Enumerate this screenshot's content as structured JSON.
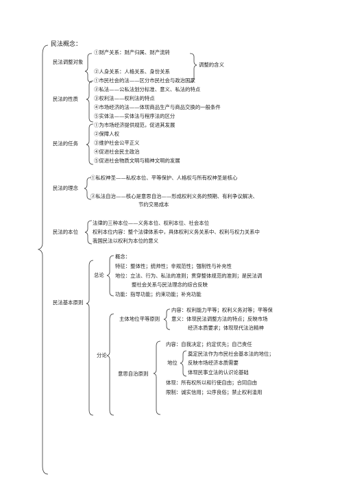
{
  "title": "民法概念：",
  "sections": {
    "adjust": {
      "label": "民法调整对象",
      "items": [
        "①财产关系：财产归属、财产流转",
        "②人身关系：人格关系、身份关系"
      ],
      "side": "调整的含义"
    },
    "nature": {
      "label": "民法的性质",
      "items": [
        "①市民社会的法——区分市民社会与政治国家",
        "②私法——公私法划分标准、意义、私法的特点",
        "③权利法——权利法的特点",
        "④市场经济的法——体现商品生产与商品交换的一般条件",
        "⑤实体法——实体法与程序法的区分"
      ]
    },
    "task": {
      "label": "民法的任务",
      "items": [
        "①为市场经济提供规范，促进其发展",
        "②保障人权",
        "③维护社会公平正义",
        "④促进社会民主政治",
        "⑤促进社会物质文明与精神文明的发展"
      ]
    },
    "idea": {
      "label": "民法的理念",
      "item1": "①私权神圣——私权本位、平等保护、人格权与所有权神圣是核心",
      "item2_line1": "②私法自治——核心是意思自治——形成权利义务的预期、有利争议解决、",
      "item2_line2": "节约交易成本"
    },
    "standard": {
      "label": "民法的本位",
      "lines": [
        "法律的三种本位——义务本位、权利本位、社会本位",
        "权利本位内容：整个法律体系中，具体权利义务关系中、权利与权力关系中",
        "我国民法以权利为本位的意义"
      ]
    },
    "principles": {
      "label": "民法基本原则",
      "general": {
        "label": "总论",
        "concept": "概念：",
        "feature": "特征：整体性；统帅性；非规范性；强制性与补充性",
        "status1": "地位：立法、行为、私法的准则；贯穿整体规范的准则；是民法调",
        "status2": "整社会关系与民法理念的综合反映",
        "function": "功能：指导功能；约束功能；补充功能"
      },
      "parts": {
        "label": "分论",
        "equality": {
          "label": "主体地位平等原则",
          "content": "内容：权利能力平等；权利义务对等；平等保",
          "meaning1": "意义：体现民法调整方法的特点；反映市场",
          "meaning2": "经济本质要求；体现现代法治精神"
        },
        "autonomy": {
          "label": "意思自治原则",
          "content": "内容：自我决定；约定优先；自己责任",
          "status_label": "地位",
          "status_items": [
            "奠定民法作为市民社会基本法的地位；",
            "反映市场经济本质需要",
            "体现民事立法的认识论基础"
          ],
          "embody": "体现：所有权所以和行使自由；合同自由",
          "limit": "限制：诚实信用；公序良俗；禁止权利滥用"
        }
      }
    }
  }
}
